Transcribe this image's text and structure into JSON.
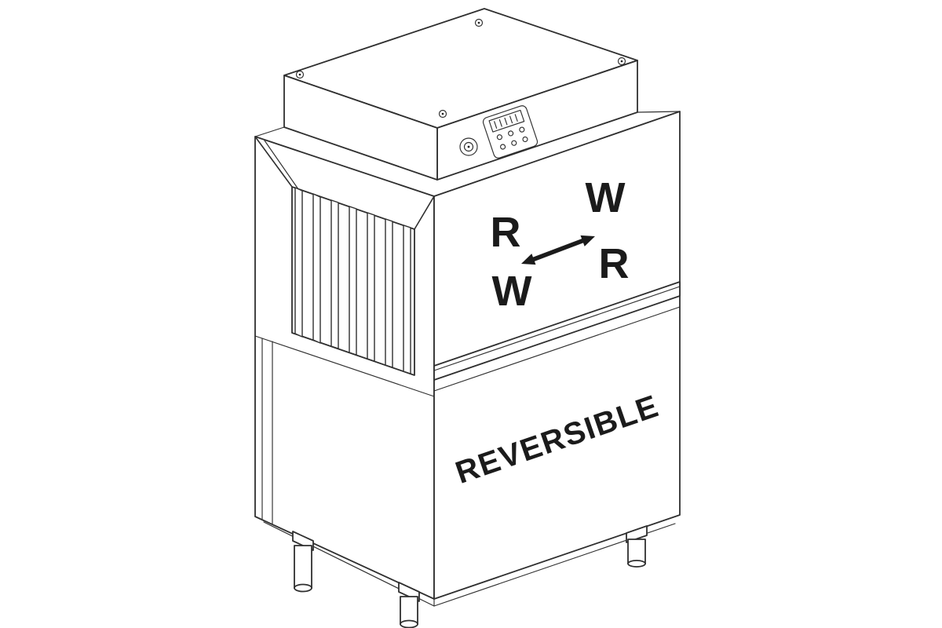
{
  "colors": {
    "bg": "#ffffff",
    "stroke": "#2f2f2f",
    "text": "#1b1b1b"
  },
  "direction_labels": {
    "top_left": "R",
    "top_right": "W",
    "bottom_left": "W",
    "bottom_right": "R"
  },
  "arrow": {
    "icon": "double-headed-arrow-icon"
  },
  "panel": {
    "label": "REVERSIBLE"
  },
  "icons": {
    "screw": "screw-icon",
    "knob": "power-knob-icon",
    "buttons": "panel-button-dot-icon",
    "display": "panel-display-window"
  }
}
